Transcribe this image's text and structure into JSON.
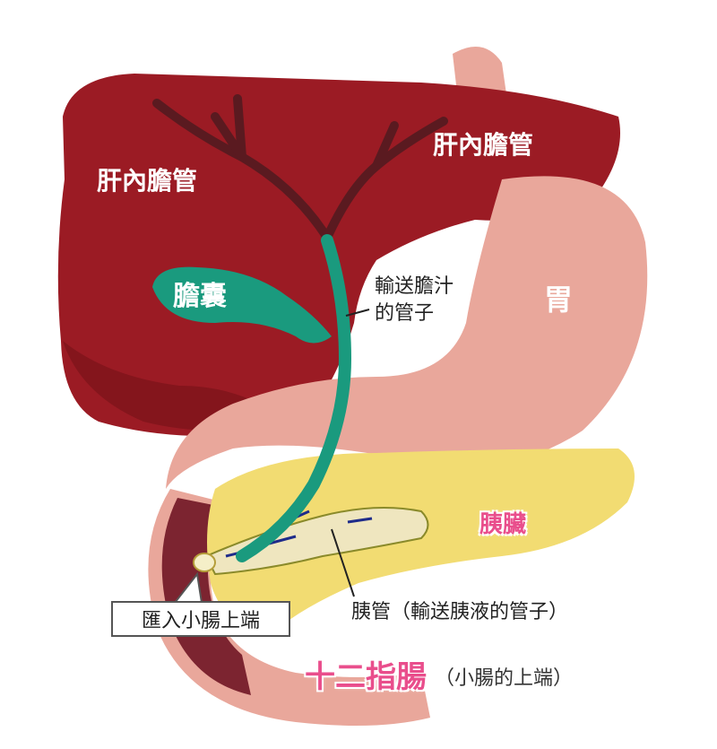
{
  "labels": {
    "liver_duct_left": "肝內膽管",
    "liver_duct_right": "肝內膽管",
    "gallbladder": "膽囊",
    "bile_duct_line1": "輸送膽汁",
    "bile_duct_line2": "的管子",
    "stomach": "胃",
    "pancreas": "胰臟",
    "pancreatic_duct": "胰管（輸送胰液的管子）",
    "into_intestine": "匯入小腸上端",
    "duodenum": "十二指腸",
    "duodenum_note": "（小腸的上端）"
  },
  "colors": {
    "liver": "#9b1b24",
    "liver_dark": "#7a1219",
    "bile_duct": "#1a9a7e",
    "stomach": "#e9a79b",
    "pancreas": "#f2dc72",
    "duodenum_inner": "#7c2430",
    "arrow": "#1f2c8a",
    "pink_label": "#e94e8c"
  }
}
